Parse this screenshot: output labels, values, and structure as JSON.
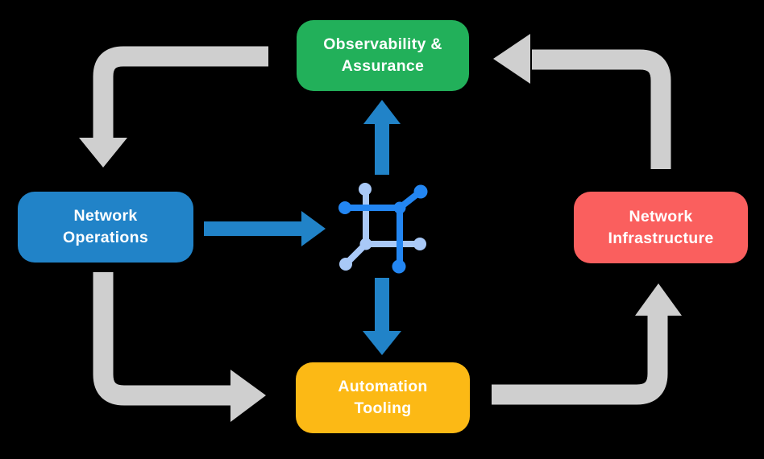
{
  "diagram": {
    "nodes": {
      "observability": {
        "label": "Observability &\nAssurance",
        "color": "#22B05A"
      },
      "operations": {
        "label": "Network\nOperations",
        "color": "#2183C8"
      },
      "infrastructure": {
        "label": "Network\nInfrastructure",
        "color": "#FA5F5E"
      },
      "automation": {
        "label": "Automation\nTooling",
        "color": "#FCB915"
      }
    },
    "colors": {
      "background": "#000000",
      "text": "#FFFFFF",
      "arrow_gray": "#CFCFCF",
      "arrow_blue": "#2183C8",
      "icon_blue_dark": "#2386F2",
      "icon_blue_light": "#A9C9F7"
    },
    "center_icon": "network-hub-icon",
    "flows": [
      {
        "from": "Observability & Assurance",
        "to": "Network Operations",
        "style": "gray"
      },
      {
        "from": "Network Operations",
        "to": "Automation Tooling",
        "style": "gray"
      },
      {
        "from": "Automation Tooling",
        "to": "Network Infrastructure",
        "style": "gray"
      },
      {
        "from": "Network Infrastructure",
        "to": "Observability & Assurance",
        "style": "gray"
      },
      {
        "from": "Network Operations",
        "to": "network-hub",
        "style": "blue"
      },
      {
        "from": "network-hub",
        "to": "Observability & Assurance",
        "style": "blue"
      },
      {
        "from": "network-hub",
        "to": "Automation Tooling",
        "style": "blue"
      }
    ]
  }
}
